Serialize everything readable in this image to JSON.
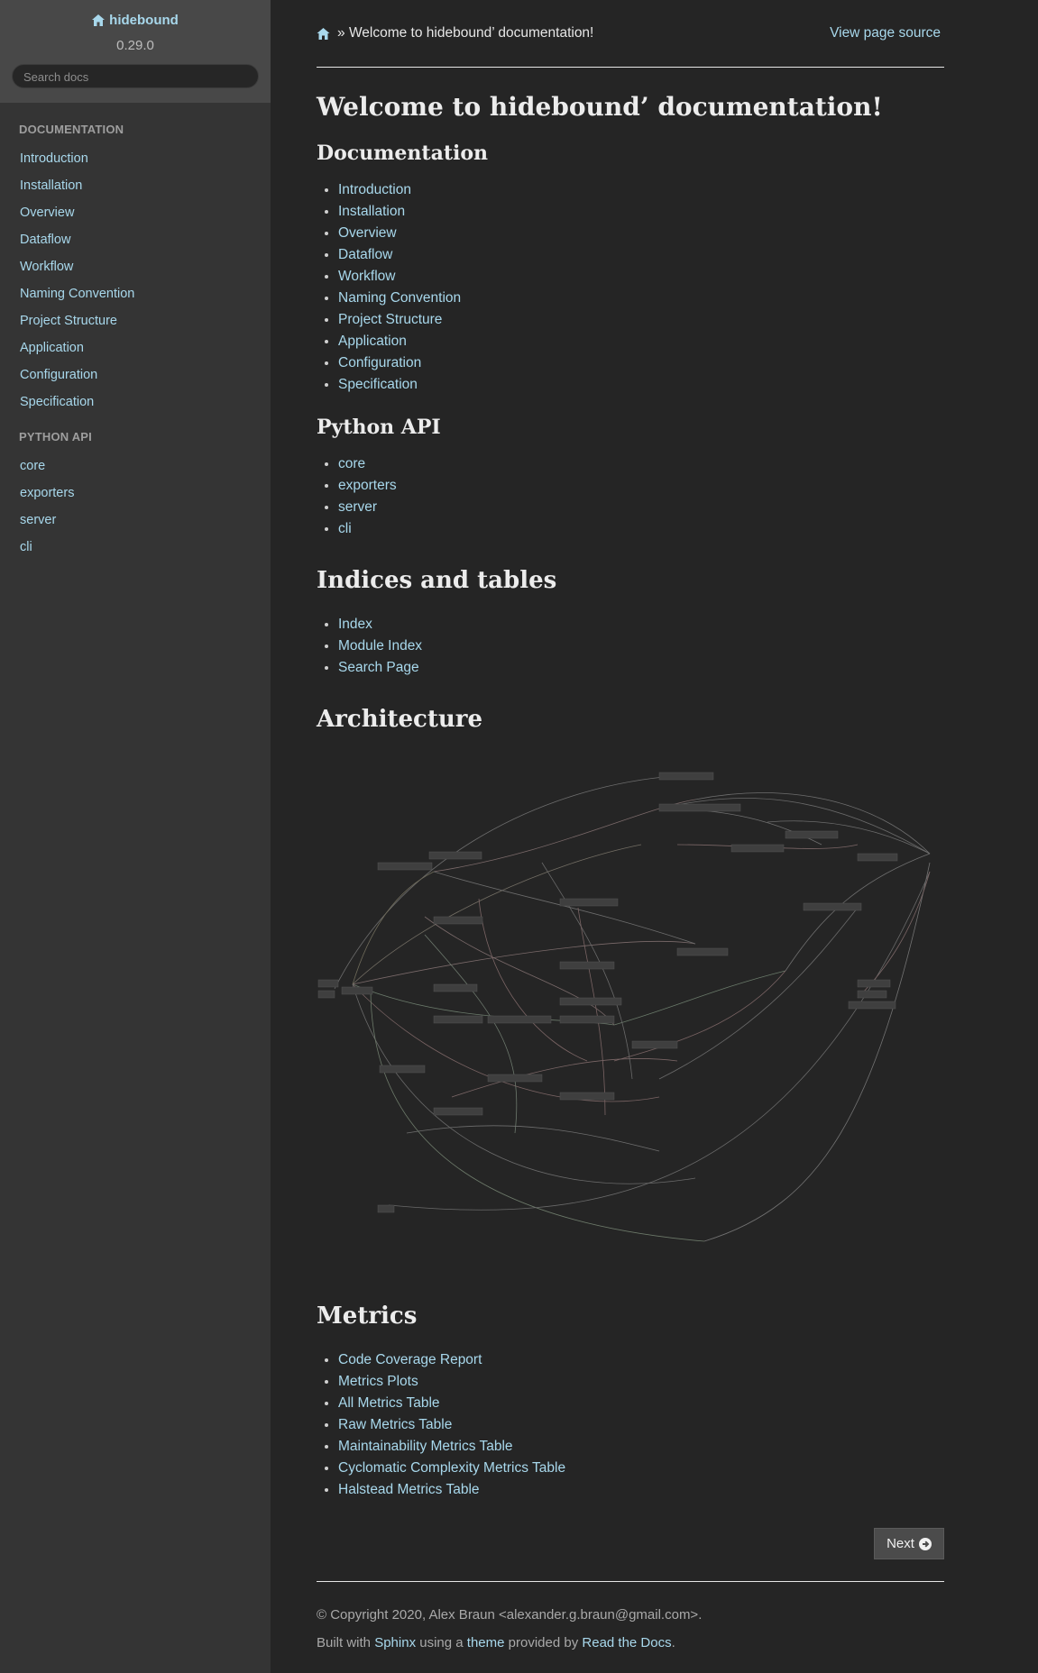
{
  "sidebar": {
    "brand": "hidebound",
    "version": "0.29.0",
    "search_placeholder": "Search docs",
    "sections": [
      {
        "caption": "DOCUMENTATION",
        "items": [
          "Introduction",
          "Installation",
          "Overview",
          "Dataflow",
          "Workflow",
          "Naming Convention",
          "Project Structure",
          "Application",
          "Configuration",
          "Specification"
        ]
      },
      {
        "caption": "PYTHON API",
        "items": [
          "core",
          "exporters",
          "server",
          "cli"
        ]
      }
    ]
  },
  "breadcrumb": {
    "separator": "»",
    "current": "Welcome to hidebound’ documentation!",
    "view_source": "View page source"
  },
  "content": {
    "title": "Welcome to hidebound’ documentation!",
    "documentation_heading": "Documentation",
    "documentation_items": [
      "Introduction",
      "Installation",
      "Overview",
      "Dataflow",
      "Workflow",
      "Naming Convention",
      "Project Structure",
      "Application",
      "Configuration",
      "Specification"
    ],
    "python_api_heading": "Python API",
    "python_api_items": [
      "core",
      "exporters",
      "server",
      "cli"
    ],
    "indices_heading": "Indices and tables",
    "indices_items": [
      "Index",
      "Module Index",
      "Search Page"
    ],
    "architecture_heading": "Architecture",
    "metrics_heading": "Metrics",
    "metrics_items": [
      "Code Coverage Report",
      "Metrics Plots",
      "All Metrics Table",
      "Raw Metrics Table",
      "Maintainability Metrics Table",
      "Cyclomatic Complexity Metrics Table",
      "Halstead Metrics Table"
    ],
    "next_label": "Next"
  },
  "footer": {
    "copyright": "© Copyright 2020, Alex Braun <alexander.g.braun@gmail.com>.",
    "built_prefix": "Built with ",
    "sphinx": "Sphinx",
    "using": " using a ",
    "theme": "theme",
    "provided": " provided by ",
    "rtd": "Read the Docs",
    "end": "."
  },
  "colors": {
    "link": "#a8d8ec",
    "background": "#252525",
    "sidebar": "#343434"
  }
}
